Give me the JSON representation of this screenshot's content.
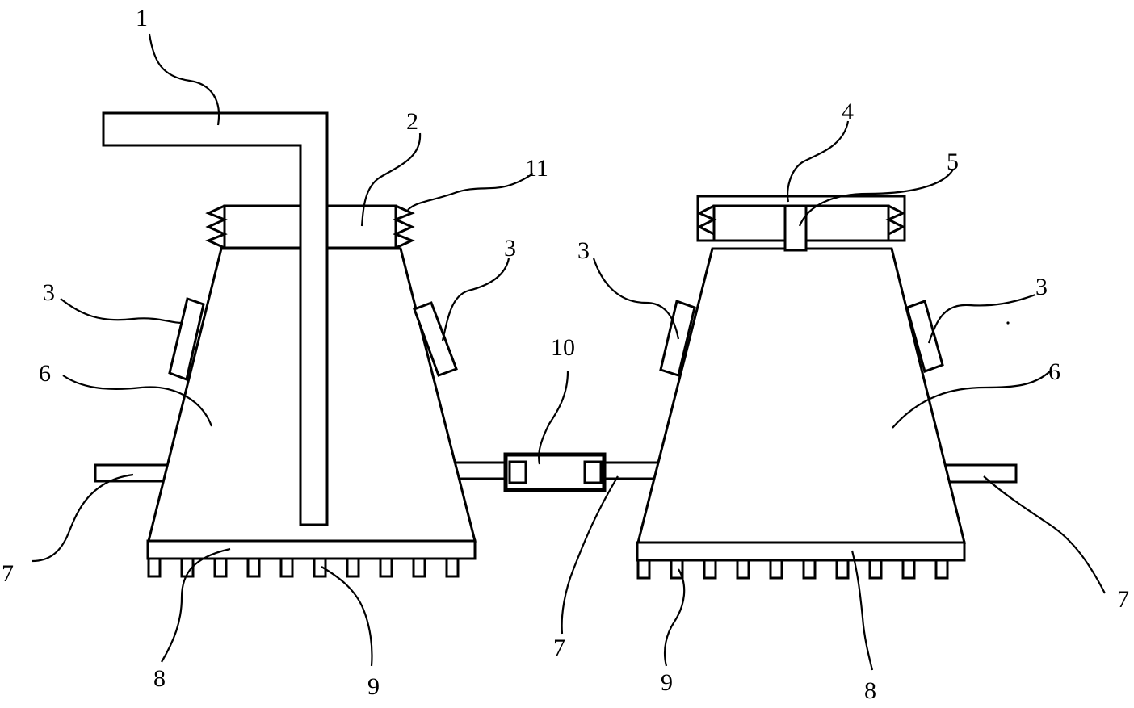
{
  "labels": {
    "l1": "1",
    "l2": "2",
    "l3a": "3",
    "l3b": "3",
    "l3c": "3",
    "l3d": "3",
    "l4": "4",
    "l5": "5",
    "l6a": "6",
    "l6b": "6",
    "l7a": "7",
    "l7b": "7",
    "l7c": "7",
    "l8a": "8",
    "l8b": "8",
    "l9a": "9",
    "l9b": "9",
    "l10": "10",
    "l11": "11"
  }
}
